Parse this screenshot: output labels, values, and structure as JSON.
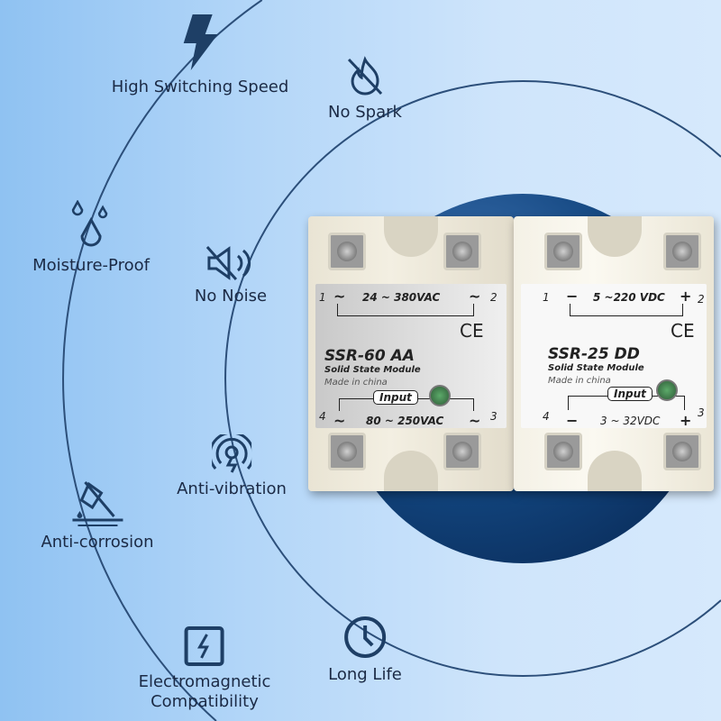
{
  "features": [
    {
      "label": "High Switching Speed",
      "icon": "lightning-bolt-icon"
    },
    {
      "label": "No Spark",
      "icon": "no-fire-icon"
    },
    {
      "label": "Moisture-Proof",
      "icon": "water-drops-icon"
    },
    {
      "label": "No Noise",
      "icon": "speaker-mute-icon"
    },
    {
      "label": "Anti-vibration",
      "icon": "vibration-icon"
    },
    {
      "label": "Anti-corrosion",
      "icon": "corrosion-icon"
    },
    {
      "label": "Long Life",
      "icon": "clock-icon"
    },
    {
      "label_line1": "Electromagnetic",
      "label_line2": "Compatibility",
      "icon": "emc-chip-icon"
    }
  ],
  "relays": [
    {
      "t1": "1",
      "t2": "2",
      "t3": "3",
      "t4": "4",
      "top_sym_l": "~",
      "top_sym_r": "~",
      "load": "24 ~ 380VAC",
      "ce": "CE",
      "model": "SSR-60 AA",
      "subtitle": "Solid State Module",
      "made": "Made in china",
      "input": "Input",
      "bot_sym_l": "~",
      "bot_sym_r": "~",
      "control": "80 ~ 250VAC"
    },
    {
      "t1": "1",
      "t2": "2",
      "t3": "3",
      "t4": "4",
      "top_sym_l": "−",
      "top_sym_r": "+",
      "load": "5 ~220 VDC",
      "ce": "CE",
      "model": "SSR-25 DD",
      "subtitle": "Solid State Module",
      "made": "Made in china",
      "input": "Input",
      "bot_sym_l": "−",
      "bot_sym_r": "+",
      "control": "3 ~ 32VDC"
    }
  ],
  "colors": {
    "icon": "#1e3f66",
    "circle": "#0e3a6c",
    "arc": "#2c4f7a"
  }
}
